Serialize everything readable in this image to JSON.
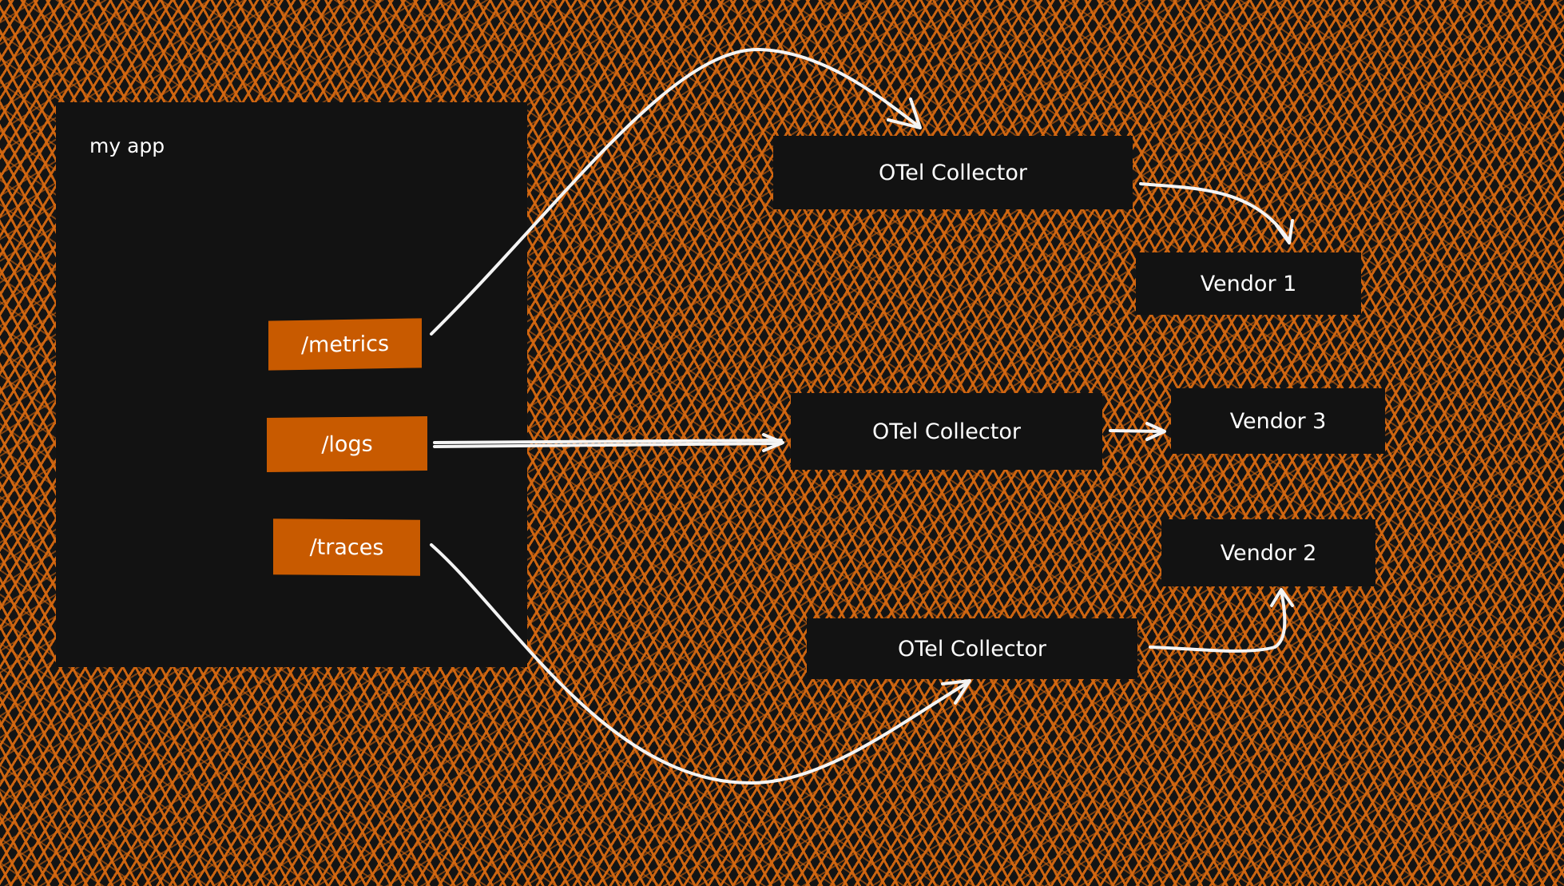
{
  "app": {
    "title": "my app"
  },
  "endpoints": {
    "metrics": "/metrics",
    "logs": "/logs",
    "traces": "/traces"
  },
  "collectors": {
    "top": "OTel Collector",
    "middle": "OTel Collector",
    "bottom": "OTel Collector"
  },
  "vendors": {
    "v1": "Vendor 1",
    "v3": "Vendor 3",
    "v2": "Vendor 2"
  },
  "colors": {
    "background_hatch": "#d66810",
    "box_fill": "#121212",
    "endpoint_fill": "#c85a00",
    "arrow": "#f4f4f4",
    "text": "#ffffff"
  }
}
